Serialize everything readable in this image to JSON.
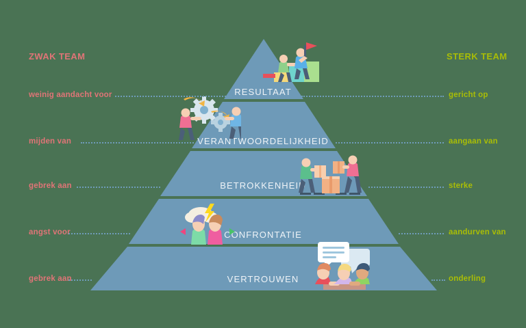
{
  "background_color": "#4a7354",
  "pyramid_color": "#6e9ab8",
  "header": {
    "left_label": "ZWAK TEAM",
    "right_label": "STERK TEAM",
    "left_color": "#e07477",
    "right_color": "#a9bd06"
  },
  "tiers": [
    {
      "id": "resultaat",
      "title": "RESULTAAT",
      "left_label": "weinig aandacht voor",
      "right_label": "gericht op",
      "illustration": "two-people-climbing-blocks-with-flag-icon"
    },
    {
      "id": "verantwoordelijkheid",
      "title": "VERANTWOORDELIJKHEID",
      "left_label": "mijden van",
      "right_label": "aangaan van",
      "illustration": "two-people-turning-gears-icon"
    },
    {
      "id": "betrokkenheid",
      "title": "BETROKKENHEID",
      "left_label": "gebrek aan",
      "right_label": "sterke",
      "illustration": "two-people-stacking-boxes-icon"
    },
    {
      "id": "confrontatie",
      "title": "CONFRONTATIE",
      "left_label": "angst voor",
      "right_label": "aandurven van",
      "illustration": "two-people-back-to-back-storm-cloud-icon"
    },
    {
      "id": "vertrouwen",
      "title": "VERTROUWEN",
      "left_label": "gebrek aan",
      "right_label": "onderling",
      "illustration": "three-people-at-table-speech-bubbles-icon"
    }
  ],
  "connector": {
    "style": "dotted",
    "color": "#6f9cba"
  }
}
